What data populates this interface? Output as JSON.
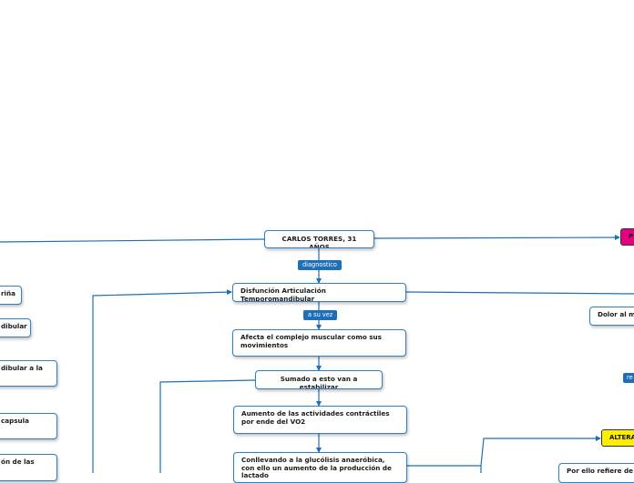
{
  "root": "CARLOS TORRES, 31 AÑOS",
  "links": {
    "diagnostico": "diagnostico",
    "a_su_vez": "a su vez",
    "right_partial": "re"
  },
  "main_chain": [
    "Disfunción Articulación Temporomandibular",
    "Afecta el complejo muscular como sus movimientos",
    "Sumado a esto van a estabilizar",
    "Aumento de las actividades contráctiles por ende del VO2",
    "Conllevando a la glucólisis anaeróbica, con ello un aumento de la producción de lactado"
  ],
  "left_nodes": [
    "riña",
    "dibular",
    "dibular a la",
    "capsula",
    "ón de las"
  ],
  "right_nodes": {
    "pink_chip": "P",
    "dolor": "Dolor al mo",
    "yellow_chip": "ALTERA",
    "bottom_text": "Por ello refiere de"
  },
  "colors": {
    "line": "#1e6fb8",
    "pink": "#e4007f",
    "yellow": "#ffee00"
  }
}
